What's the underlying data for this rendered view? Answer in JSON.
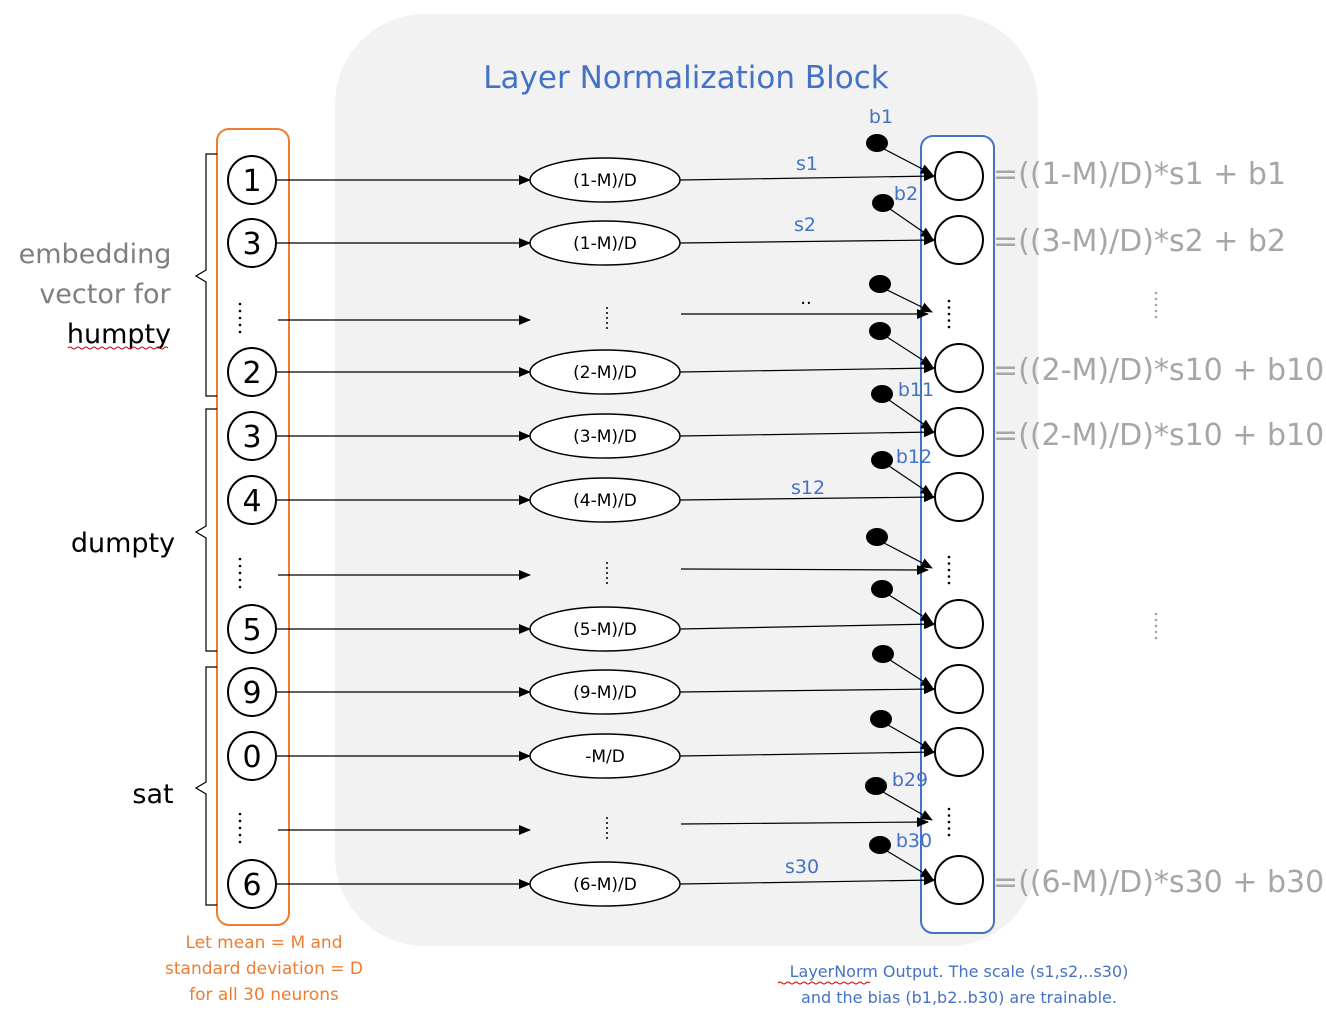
{
  "title": "Layer Normalization Block",
  "groups": [
    {
      "lines": [
        "embedding",
        "vector for",
        "humpty"
      ]
    },
    {
      "lines": [
        "dumpty"
      ]
    },
    {
      "lines": [
        "sat"
      ]
    }
  ],
  "inputs": [
    "1",
    "3",
    "2",
    "3",
    "4",
    "5",
    "9",
    "0",
    "6"
  ],
  "norm_nodes": [
    "(1-M)/D",
    "(1-M)/D",
    "(2-M)/D",
    "(3-M)/D",
    "(4-M)/D",
    "(5-M)/D",
    "(9-M)/D",
    "-M/D",
    "(6-M)/D"
  ],
  "scale_labels": [
    "s1",
    "s2",
    "..",
    "s12",
    "s30"
  ],
  "bias_labels": [
    "b1",
    "b2",
    "b11",
    "b12",
    "b29",
    "b30"
  ],
  "formulas": [
    "=((1-M)/D)*s1 + b1",
    "=((3-M)/D)*s2 + b2",
    "=((2-M)/D)*s10 + b10",
    "=((2-M)/D)*s10 + b10",
    "=((6-M)/D)*s30 + b30"
  ],
  "left_note": [
    "Let mean = M and",
    "standard deviation = D",
    "for all 30 neurons"
  ],
  "right_note": [
    "LayerNorm Output. The scale (s1,s2,..s30)",
    "and the bias (b1,b2..b30) are trainable."
  ],
  "colors": {
    "block_fill": "#f2f2f2",
    "title": "#4472c4",
    "input_box": "#ed7d31",
    "output_box": "#4472c4",
    "formula": "#a6a6a6",
    "spellcheck": "#d00000"
  }
}
